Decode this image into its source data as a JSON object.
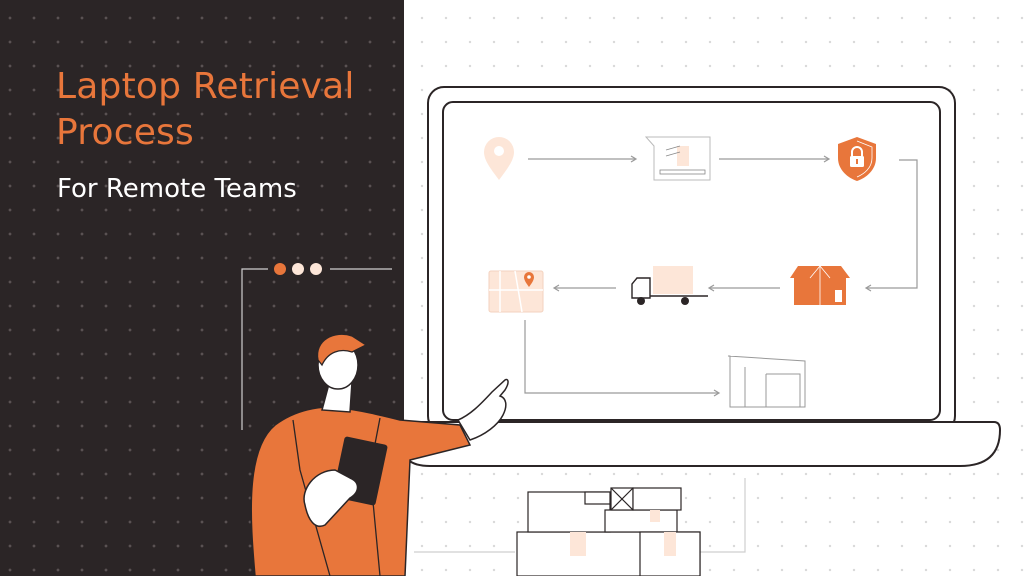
{
  "header": {
    "title_line1": "Laptop Retrieval",
    "title_line2": "Process",
    "subtitle": "For Remote Teams"
  },
  "colors": {
    "accent": "#e8763b",
    "accent_light": "#fde6d8",
    "dark_background": "#2b2526",
    "line": "#9a9a9a"
  },
  "process_steps": [
    {
      "icon": "location-pin-icon"
    },
    {
      "icon": "checklist-form-icon"
    },
    {
      "icon": "security-shield-lock-icon"
    },
    {
      "icon": "package-box-icon"
    },
    {
      "icon": "delivery-truck-icon"
    },
    {
      "icon": "map-location-icon"
    },
    {
      "icon": "warehouse-icon"
    }
  ]
}
